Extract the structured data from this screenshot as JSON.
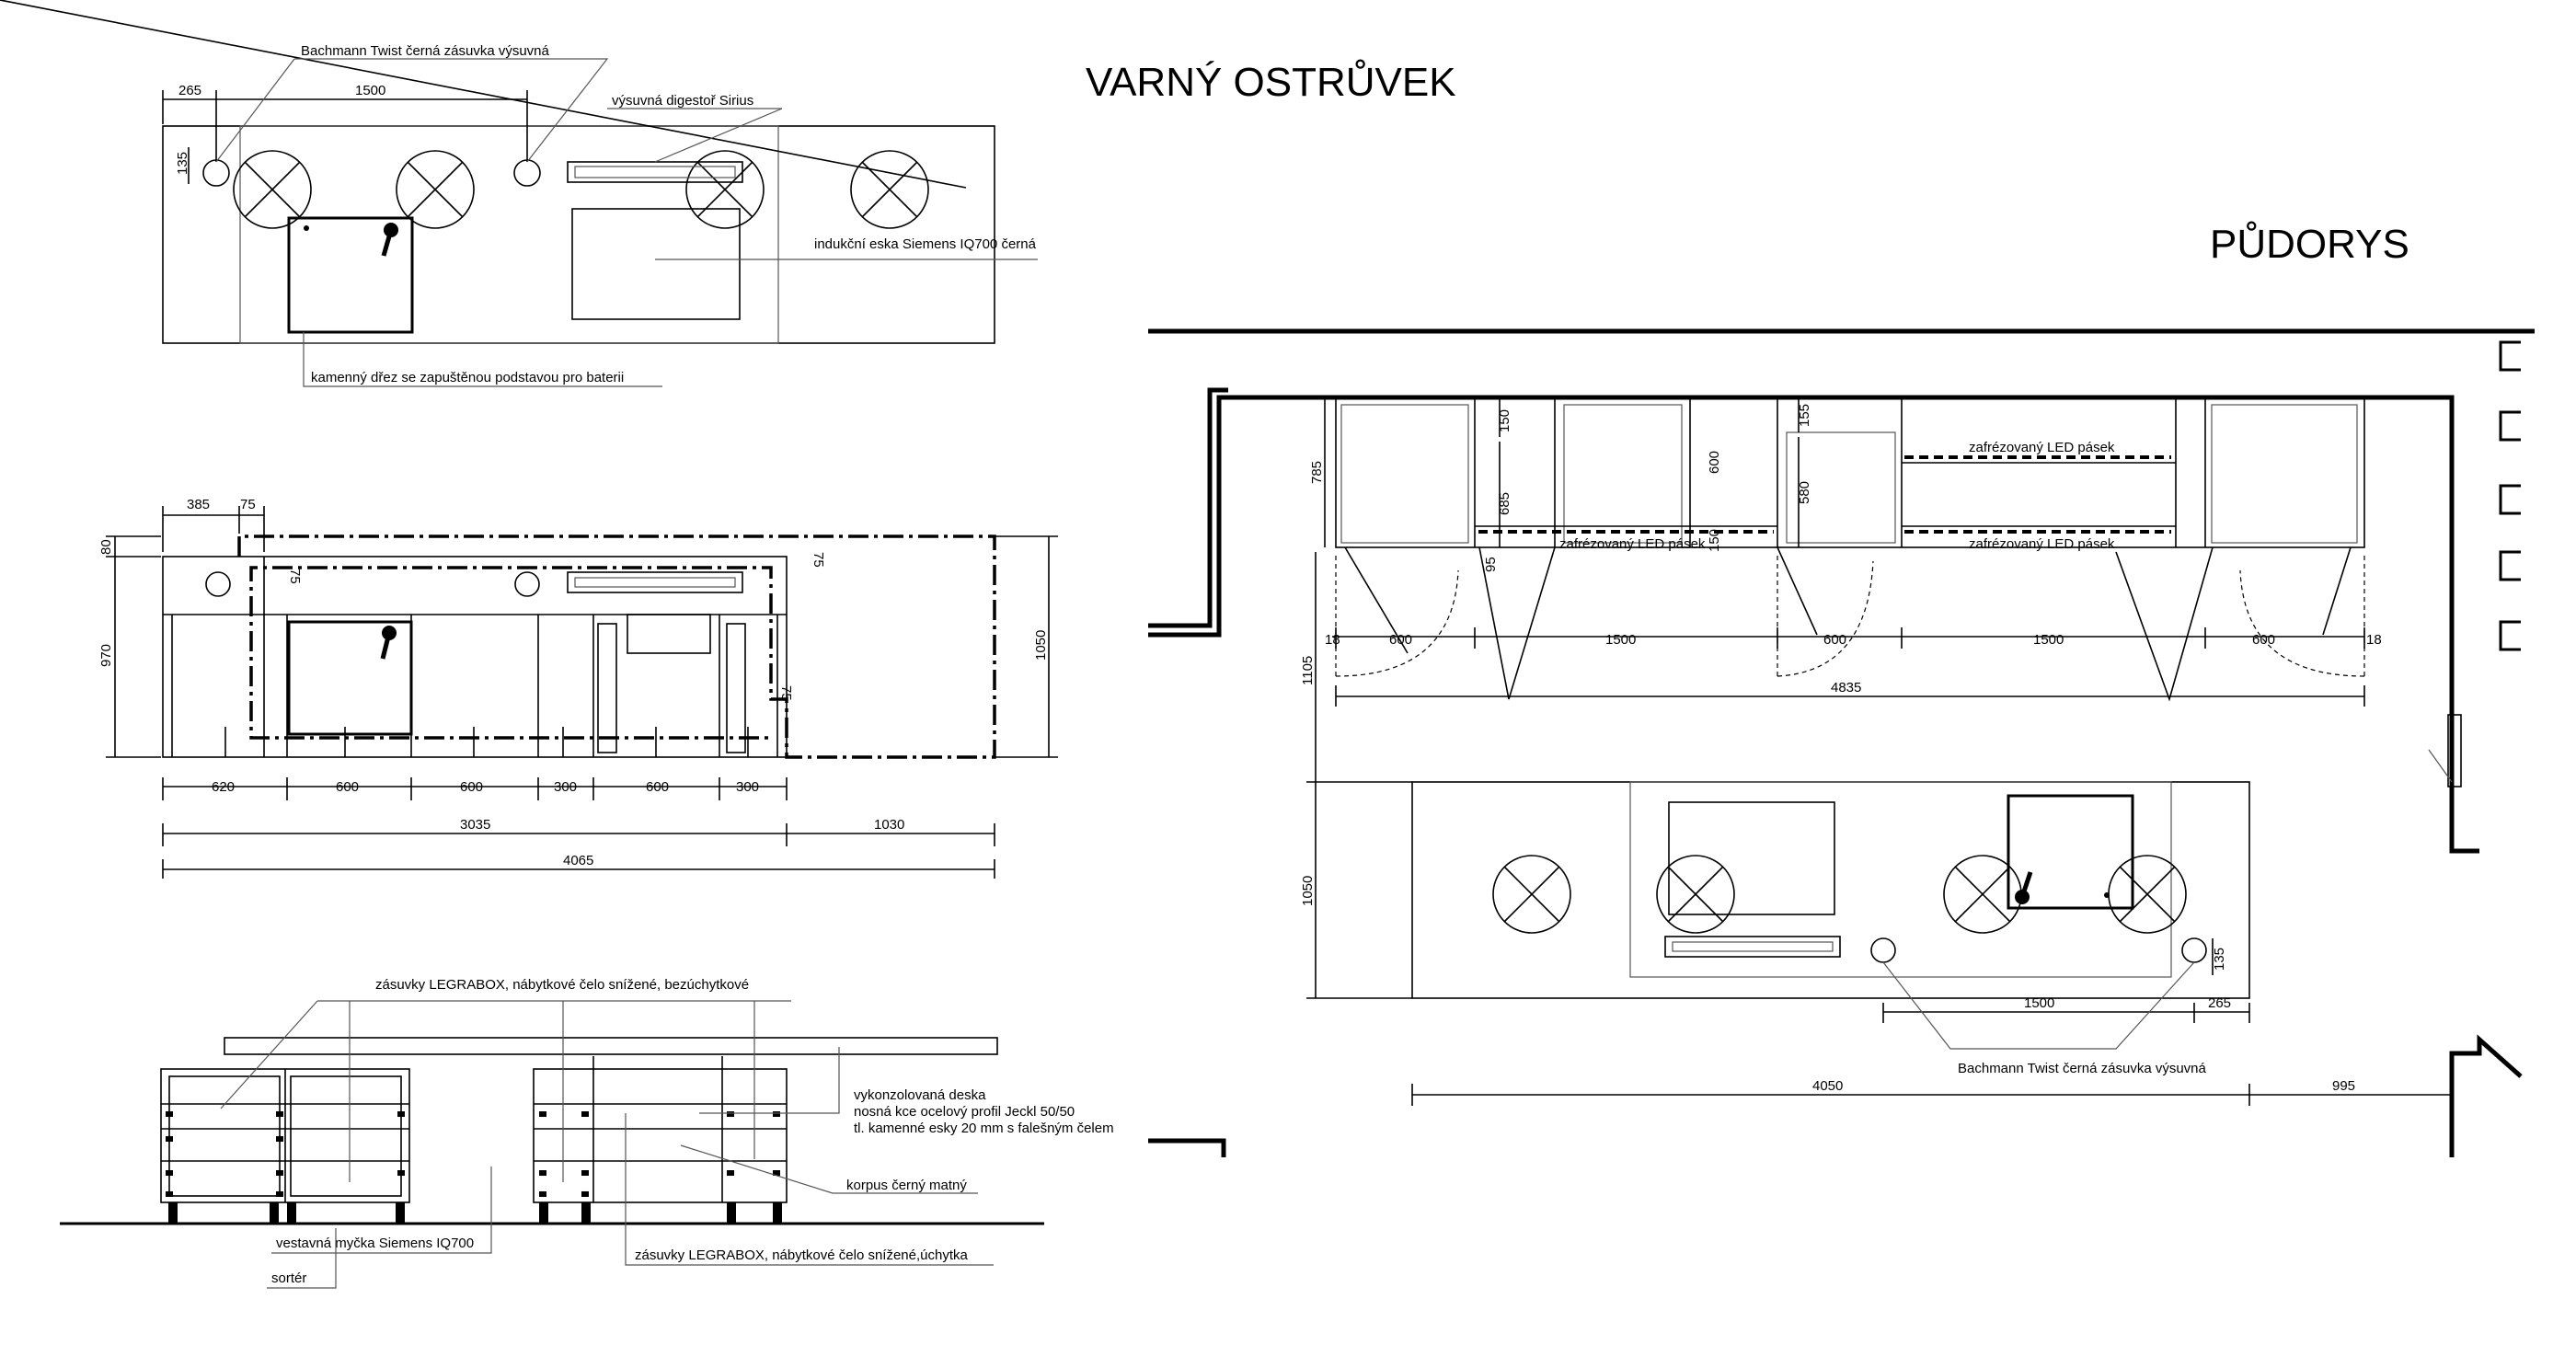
{
  "titles": {
    "main": "VARNÝ OSTRŮVEK",
    "plan": "PŮDORYS"
  },
  "top_view": {
    "label_socket": "Bachmann Twist černá zásuvka výsuvná",
    "label_hood": "výsuvná digestoř Sirius",
    "label_hob": "indukční eska Siemens IQ700 černá",
    "label_sink": "kamenný dřez se zapuštěnou podstavou pro baterii",
    "dim_265": "265",
    "dim_1500": "1500",
    "dim_135": "135"
  },
  "front_view": {
    "dim_385": "385",
    "dim_75": "75",
    "dim_80": "80",
    "dim_970": "970",
    "dim_1050": "1050",
    "dim_75a": "75",
    "dim_75b": "75",
    "dim_75c": "75",
    "modules": [
      "620",
      "600",
      "600",
      "300",
      "600",
      "300"
    ],
    "dim_3035": "3035",
    "dim_1030": "1030",
    "dim_4065": "4065"
  },
  "side_view": {
    "label_drawers_top": "zásuvky LEGRABOX, nábytkové čelo snížené, bezúchytkové",
    "label_desk_1": "vykonzolovaná deska",
    "label_desk_2": "nosná kce ocelový profil Jeckl 50/50",
    "label_desk_3": "tl. kamenné esky 20 mm s falešným čelem",
    "label_body": "korpus černý matný",
    "label_dishwasher": "vestavná myčka Siemens IQ700",
    "label_sorter": "sortér",
    "label_drawers_bottom": "zásuvky LEGRABOX, nábytkové čelo snížené,úchytka"
  },
  "plan": {
    "label_led_top": "zafrézovaný LED pásek",
    "label_led_left": "zafrézovaný LED pásek",
    "label_led_right": "zafrézovaný LED pásek",
    "dim_785": "785",
    "dim_150a": "150",
    "dim_685": "685",
    "dim_600v": "600",
    "dim_150b": "150",
    "dim_155": "155",
    "dim_580": "580",
    "dim_95": "95",
    "row": [
      "18",
      "600",
      "1500",
      "600",
      "1500",
      "600",
      "18"
    ],
    "dim_4835": "4835",
    "dim_1105": "1105",
    "dim_1050": "1050",
    "dim_1500": "1500",
    "dim_265": "265",
    "dim_135": "135",
    "label_socket": "Bachmann Twist černá zásuvka výsuvná",
    "dim_4050": "4050",
    "dim_995": "995"
  }
}
